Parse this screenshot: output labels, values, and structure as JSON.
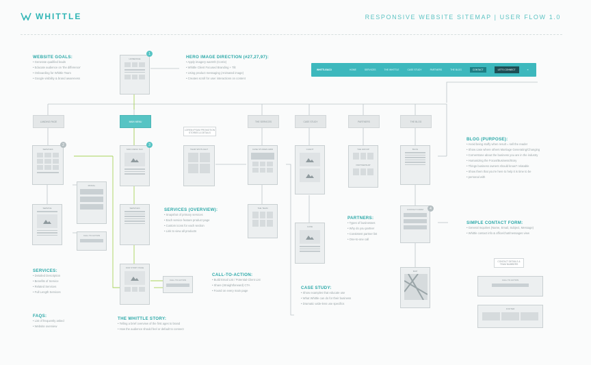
{
  "header": {
    "logo": "WHITTLE",
    "title": "RESPONSIVE WEBSITE SITEMAP | USER FLOW 1.0"
  },
  "nav": {
    "logo": "WHITTLE&CO",
    "items": [
      "HOME",
      "SERVICES",
      "THE WHITTLE",
      "CASE STUDY",
      "PARTNERS",
      "THE BLOG",
      "CONTACT"
    ],
    "active": "CONTACT",
    "cta": "LET'S CONNECT"
  },
  "page_labels": {
    "landing": "LANDING PAGE",
    "main_nav": "MAIN MENU",
    "services": "THE SERVICES",
    "case_study": "CASE STUDY",
    "partners": "PARTNERS",
    "blog": "THE BLOG"
  },
  "wireframes": {
    "homepage": "HOMEPAGE",
    "services_grid": "SERVICES",
    "services_detail": "SERVICE",
    "main_menu": "MAIN MENU NAV",
    "services_overview": "SERVICES",
    "story": "OUR STORY PAGE",
    "modal": "MODAL",
    "call_to_action": "CALL TO ACTION",
    "call_to_action_2": "CALL TO ACTION",
    "photo_gallery": "TEAM SPOTLIGHT",
    "photo_note": "LOREM IPSUM PROMOTION STORIES & DETAILS",
    "case_grid": "CASE STUDIES GRID",
    "case_item": "CASE STUDY",
    "team": "THE TEAM",
    "case_a": "CLIENT",
    "case_b": "CASE",
    "partner_a": "THE GROUP",
    "partner_b": "PARTNERSHIP",
    "blog_post": "BLOG",
    "contact_form": "CONTACT FORM",
    "map": "MAP",
    "contact_note": "CONTACT DETAILS & TEAM NUMBERS",
    "contact_cta": "CALL TO ACTION",
    "footer": "FOOTER"
  },
  "sections": {
    "goals": {
      "title": "WEBSITE GOALS:",
      "items": [
        "Generate qualified leads",
        "Educate audience on 'the difference'",
        "Onboarding for Whittle Team",
        "Google visibility & brand awareness"
      ]
    },
    "hero": {
      "title": "HERO IMAGE DIRECTION (#27,27,97):",
      "items": [
        "Apply imagery warmth (Corrie)",
        "Whittle Client Focused Branding + Tilt",
        "Using product messaging (Animated image)",
        "Creates scroll for user interactions on content"
      ]
    },
    "services": {
      "title": "SERVICES:",
      "items": [
        "Detailed Description",
        "Benefits of Service",
        "Related Services",
        "Full Length Services"
      ]
    },
    "faqs": {
      "title": "FAQS:",
      "items": [
        "List of frequently asked",
        "Website overview"
      ]
    },
    "services_overview": {
      "title": "SERVICES (OVERVIEW):",
      "items": [
        "Snapshot of primary services",
        "Each service feature product page",
        "Custom icons for each section",
        "Link to view all products"
      ]
    },
    "cta": {
      "title": "CALL-TO-ACTION:",
      "items": [
        "Build Email List / Potential Client List",
        "Share (Straightforward) CTA",
        "Found on every main page"
      ]
    },
    "story": {
      "title": "THE WHITTLE STORY:",
      "items": [
        "Telling a brief overview of the first ages to brand",
        "How the audience should feel or default to connect"
      ]
    },
    "case": {
      "title": "CASE STUDY:",
      "items": [
        "Show examples that educate use",
        "What Whittle can do for their business",
        "Dramatic wide-lens use specifics"
      ]
    },
    "partners": {
      "title": "PARTNERS:",
      "items": [
        "Types of businesses",
        "Why do you partner",
        "Consistent partner list",
        "One-to-one call"
      ]
    },
    "blog": {
      "title": "BLOG (PURPOSE):",
      "items": [
        "Avoid being stuffy when result = sell the reader",
        "Show case where others Marriage Generating/Changing",
        "Cornerstone about the business you are in the industry",
        "Humanizing the Focus/Business/Story",
        "Things business owners should know? relatable",
        "Show them that you're here to help it is time to be",
        "personal with"
      ]
    },
    "contact": {
      "title": "SIMPLE CONTACT FORM:",
      "items": [
        "General Inquiries (Name, Email, Subject, Message)",
        "Whittle contact info & office/chat/messages view"
      ]
    }
  },
  "badges": [
    "1",
    "2",
    "3",
    "4"
  ]
}
